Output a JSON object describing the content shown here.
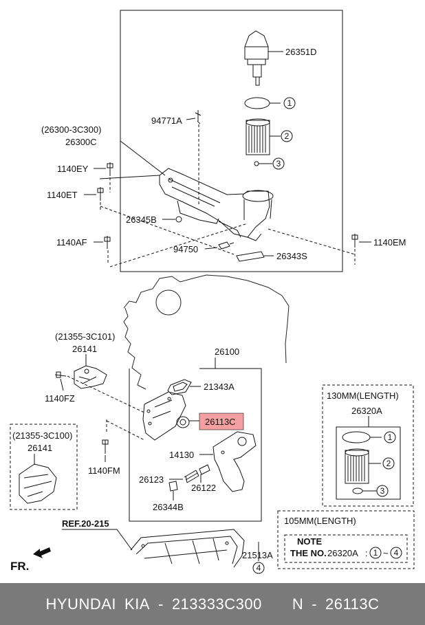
{
  "labels": {
    "p26351D": "26351D",
    "c1": "1",
    "p94771A": "94771A",
    "c2": "2",
    "group_26300_3C300": "(26300-3C300)",
    "p26300C": "26300C",
    "p1140EY": "1140EY",
    "c3": "3",
    "p1140ET": "1140ET",
    "p26345B": "26345B",
    "p1140AF": "1140AF",
    "p94750": "94750",
    "p26343S": "26343S",
    "p1140EM": "1140EM",
    "group_21355_3C101": "(21355-3C101)",
    "p26141_top": "26141",
    "p26100": "26100",
    "p1140FZ": "1140FZ",
    "p21343A": "21343A",
    "p26113C": "26113C",
    "group_21355_3C100": "(21355-3C100)",
    "p26141_bottom": "26141",
    "p1140FM": "1140FM",
    "p14130": "14130",
    "p26123": "26123",
    "p26122": "26122",
    "p26344B": "26344B",
    "len130": "130MM(LENGTH)",
    "p26320A": "26320A",
    "len105": "105MM(LENGTH)",
    "note_title": "NOTE",
    "note_the_no": "THE NO.",
    "note_part": "26320A",
    "note_colon": ":",
    "note_from": "1",
    "note_tilde": "~",
    "note_to": "4",
    "ref": "REF.20-215",
    "p21513A": "21513A",
    "c4": "4",
    "fr": "FR."
  },
  "highlight_color": "#f4a0a0",
  "footer": {
    "brand": "HYUNDAI",
    "make": "KIA",
    "dash1": "-",
    "part_no": "213333C300",
    "n": "N",
    "dash2": "-",
    "ref_no": "26113C"
  }
}
